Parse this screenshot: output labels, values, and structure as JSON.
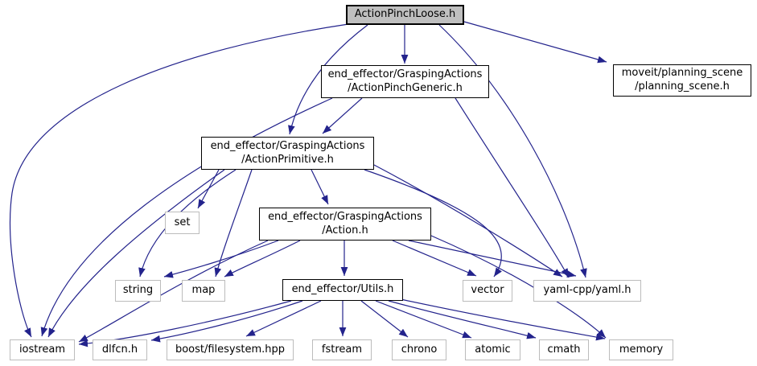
{
  "diagram_type": "include-dependency-graph",
  "colors": {
    "edge": "#23238c",
    "border_main": "#000000",
    "border_external": "#bcbcbc",
    "selected_fill": "#bfbfbf",
    "background": "#ffffff"
  },
  "nodes": {
    "pinch_loose": {
      "label": "ActionPinchLoose.h"
    },
    "pinch_generic": {
      "label": "end_effector/GraspingActions\n/ActionPinchGeneric.h"
    },
    "planning_scene": {
      "label": "moveit/planning_scene\n/planning_scene.h"
    },
    "action_primitive": {
      "label": "end_effector/GraspingActions\n/ActionPrimitive.h"
    },
    "set": {
      "label": "set"
    },
    "action": {
      "label": "end_effector/GraspingActions\n/Action.h"
    },
    "string": {
      "label": "string"
    },
    "map": {
      "label": "map"
    },
    "utils": {
      "label": "end_effector/Utils.h"
    },
    "vector": {
      "label": "vector"
    },
    "yaml": {
      "label": "yaml-cpp/yaml.h"
    },
    "iostream": {
      "label": "iostream"
    },
    "dlfcn": {
      "label": "dlfcn.h"
    },
    "boost_filesystem": {
      "label": "boost/filesystem.hpp"
    },
    "fstream": {
      "label": "fstream"
    },
    "chrono": {
      "label": "chrono"
    },
    "atomic": {
      "label": "atomic"
    },
    "cmath": {
      "label": "cmath"
    },
    "memory": {
      "label": "memory"
    }
  },
  "edges": [
    {
      "from": "pinch_loose",
      "to": "pinch_generic"
    },
    {
      "from": "pinch_loose",
      "to": "planning_scene"
    },
    {
      "from": "pinch_loose",
      "to": "action_primitive"
    },
    {
      "from": "pinch_loose",
      "to": "iostream"
    },
    {
      "from": "pinch_loose",
      "to": "yaml"
    },
    {
      "from": "pinch_generic",
      "to": "action_primitive"
    },
    {
      "from": "pinch_generic",
      "to": "iostream"
    },
    {
      "from": "pinch_generic",
      "to": "yaml"
    },
    {
      "from": "action_primitive",
      "to": "set"
    },
    {
      "from": "action_primitive",
      "to": "string"
    },
    {
      "from": "action_primitive",
      "to": "map"
    },
    {
      "from": "action_primitive",
      "to": "iostream"
    },
    {
      "from": "action_primitive",
      "to": "action"
    },
    {
      "from": "action_primitive",
      "to": "vector"
    },
    {
      "from": "action_primitive",
      "to": "yaml"
    },
    {
      "from": "action",
      "to": "string"
    },
    {
      "from": "action",
      "to": "map"
    },
    {
      "from": "action",
      "to": "iostream"
    },
    {
      "from": "action",
      "to": "utils"
    },
    {
      "from": "action",
      "to": "vector"
    },
    {
      "from": "action",
      "to": "yaml"
    },
    {
      "from": "action",
      "to": "memory"
    },
    {
      "from": "utils",
      "to": "iostream"
    },
    {
      "from": "utils",
      "to": "dlfcn"
    },
    {
      "from": "utils",
      "to": "boost_filesystem"
    },
    {
      "from": "utils",
      "to": "fstream"
    },
    {
      "from": "utils",
      "to": "chrono"
    },
    {
      "from": "utils",
      "to": "atomic"
    },
    {
      "from": "utils",
      "to": "cmath"
    },
    {
      "from": "utils",
      "to": "memory"
    }
  ]
}
